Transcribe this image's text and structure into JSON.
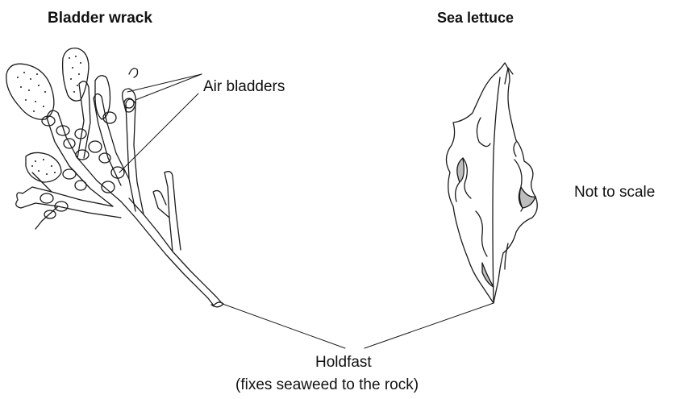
{
  "labels": {
    "bladder_wrack": "Bladder wrack",
    "sea_lettuce": "Sea lettuce",
    "air_bladders": "Air bladders",
    "not_to_scale": "Not to scale",
    "holdfast": "Holdfast",
    "holdfast_note": "(fixes seaweed to the rock)"
  },
  "colors": {
    "stroke": "#1a1a1a",
    "shade": "#bdbdbd",
    "background": "#ffffff"
  }
}
